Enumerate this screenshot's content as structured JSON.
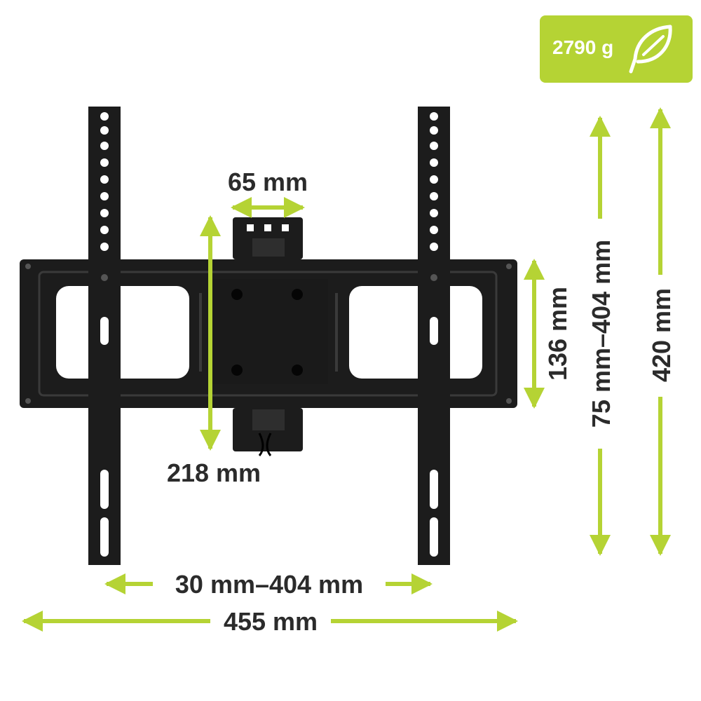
{
  "badge": {
    "weight": "2790 g",
    "icon": "feather-icon"
  },
  "dimensions": {
    "center_width": "65 mm",
    "center_height": "218 mm",
    "plate_height": "136 mm",
    "vesa_vertical": "75 mm–404 mm",
    "total_height": "420 mm",
    "vesa_horizontal": "30 mm–404 mm",
    "total_width": "455 mm"
  },
  "colors": {
    "accent": "#b5d334",
    "metal": "#1c1c1c",
    "text": "#2b2b2b"
  }
}
